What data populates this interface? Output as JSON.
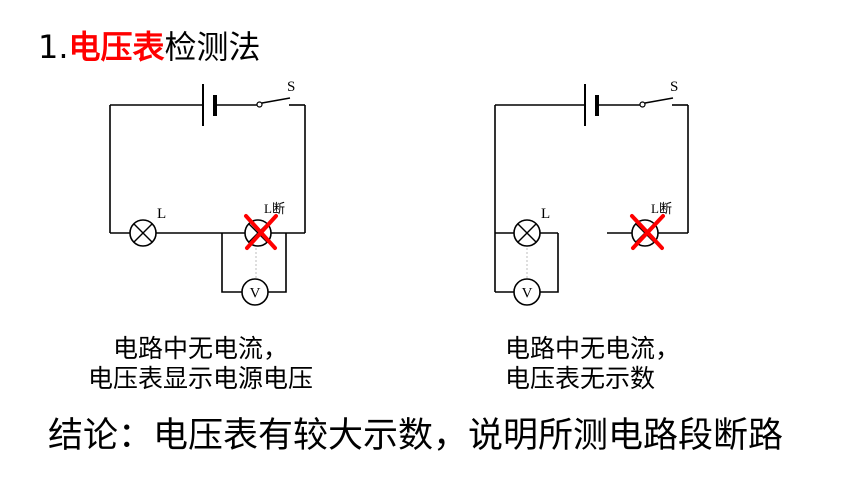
{
  "title": {
    "number": "1.",
    "highlight": "电压表",
    "rest": "检测法"
  },
  "colors": {
    "highlight": "#ff0000",
    "break_mark": "#ff0000",
    "text": "#000000"
  },
  "circuits": [
    {
      "switch_label": "S",
      "lamp_label": "L",
      "broken_lamp_label": "L断",
      "meter_label": "V",
      "caption": [
        "电路中无电流，",
        "电压表显示电源电压"
      ]
    },
    {
      "switch_label": "S",
      "lamp_label": "L",
      "broken_lamp_label": "L断",
      "meter_label": "V",
      "caption": [
        "电路中无电流，",
        "电压表无示数"
      ]
    }
  ],
  "conclusion": "结论：电压表有较大示数，说明所测电路段断路"
}
